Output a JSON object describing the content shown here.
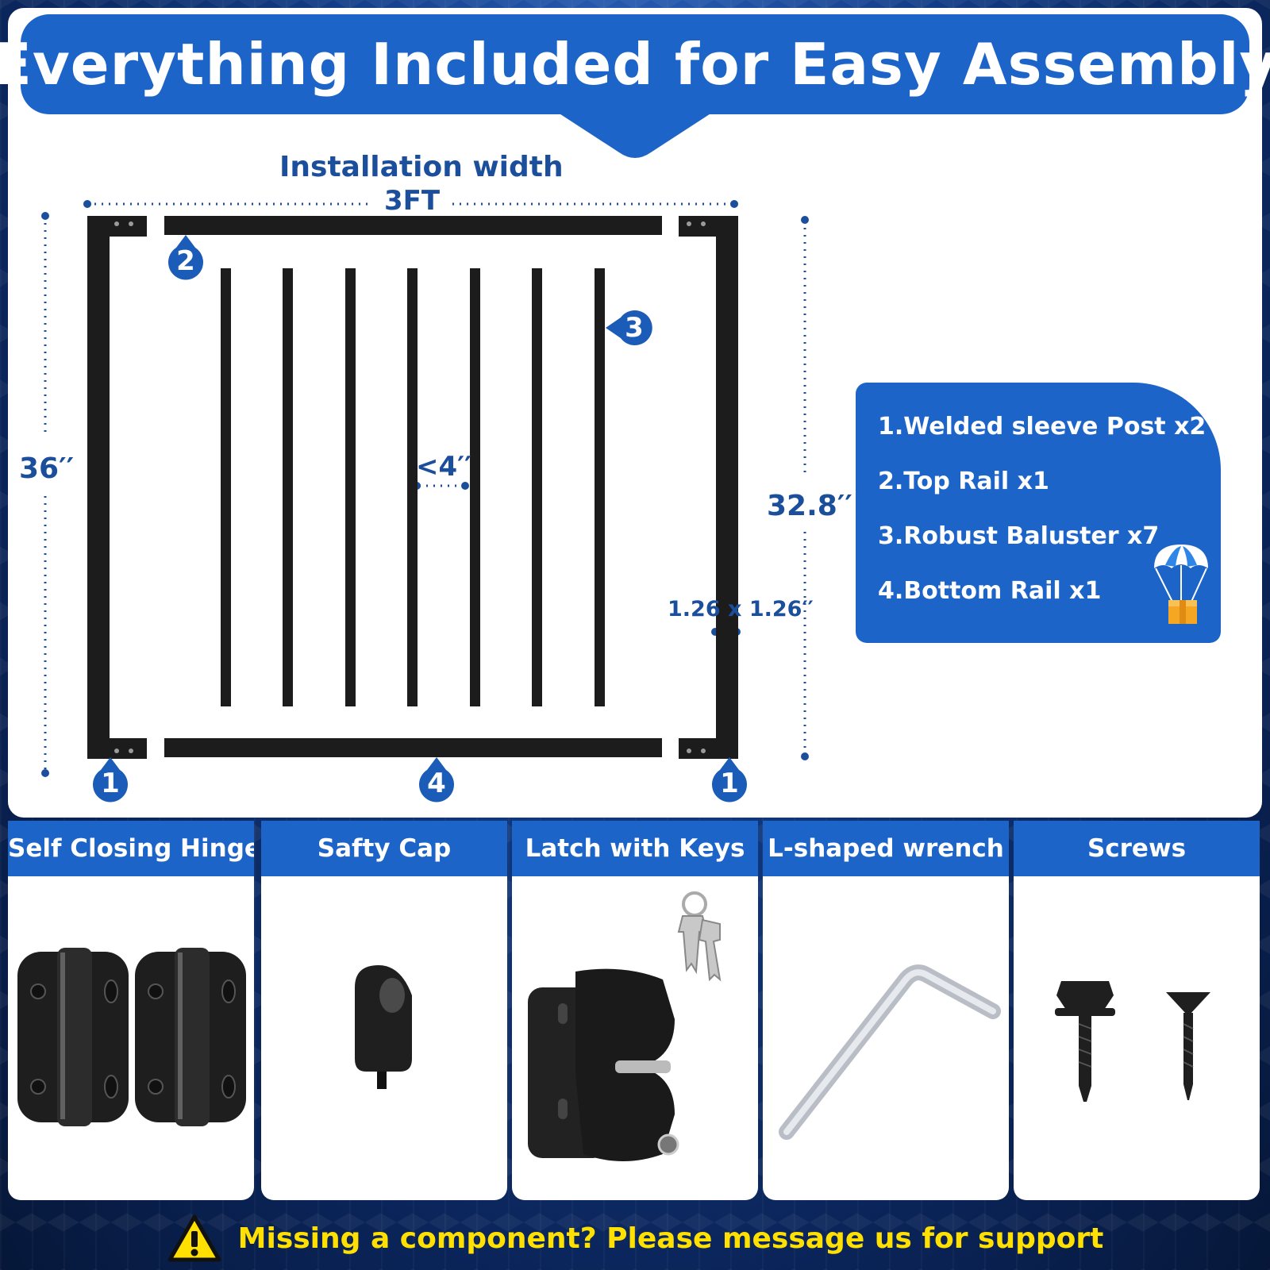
{
  "title": "Everything Included for Easy Assembly",
  "dimensions": {
    "installation_label": "Installation width",
    "width": "3FT",
    "height_total": "36′′",
    "height_inner": "32.8′′",
    "gap": "<4′′",
    "post_size": "1.26 x 1.26′′"
  },
  "badges": {
    "post_left": "1",
    "post_right": "1",
    "top_rail": "2",
    "baluster": "3",
    "bottom_rail": "4"
  },
  "parts": [
    "1.Welded sleeve Post x2",
    "2.Top Rail x1",
    "3.Robust Baluster x7",
    "4.Bottom Rail x1"
  ],
  "accessories": [
    {
      "label": "Self Closing Hinge",
      "icon": "hinge-icon"
    },
    {
      "label": "Safty Cap",
      "icon": "cap-icon"
    },
    {
      "label": "Latch with Keys",
      "icon": "latch-icon"
    },
    {
      "label": "L-shaped wrench",
      "icon": "wrench-icon"
    },
    {
      "label": "Screws",
      "icon": "screw-icon"
    }
  ],
  "footer": {
    "message": "Missing a component? Please message us for support",
    "icon": "warning-icon"
  },
  "colors": {
    "brand_blue": "#1d64c8",
    "dimension_blue": "#1b4f9c",
    "frame_black": "#1c1c1c",
    "footer_yellow": "#ffe000"
  }
}
